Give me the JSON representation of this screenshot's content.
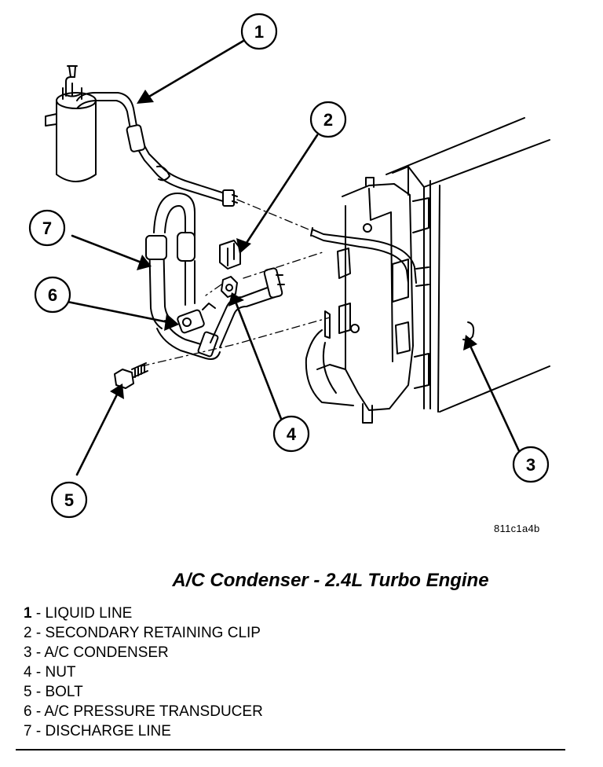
{
  "figure_id": "811c1a4b",
  "title": "A/C Condenser - 2.4L Turbo Engine",
  "callouts": [
    {
      "number": "1",
      "separator": " - ",
      "label": "LIQUID LINE"
    },
    {
      "number": "2",
      "separator": " - ",
      "label": "SECONDARY RETAINING CLIP"
    },
    {
      "number": "3",
      "separator": " - ",
      "label": "A/C CONDENSER"
    },
    {
      "number": "4",
      "separator": " - ",
      "label": "NUT"
    },
    {
      "number": "5",
      "separator": " - ",
      "label": "BOLT"
    },
    {
      "number": "6",
      "separator": " - ",
      "label": "A/C PRESSURE TRANSDUCER"
    },
    {
      "number": "7",
      "separator": " - ",
      "label": "DISCHARGE LINE"
    }
  ]
}
